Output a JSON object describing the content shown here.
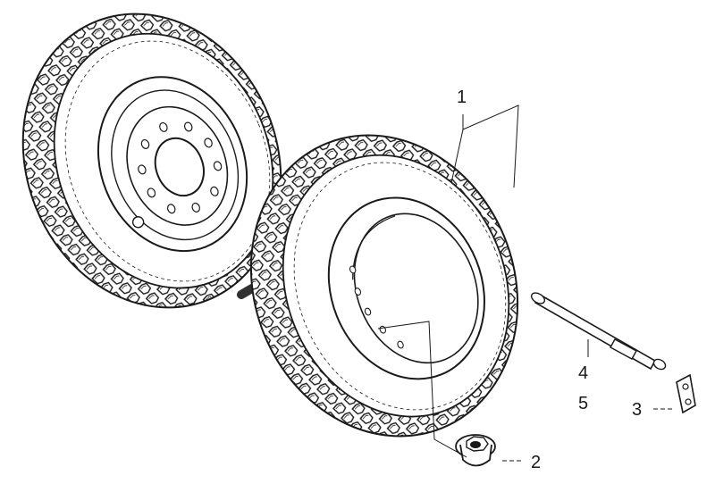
{
  "diagram": {
    "callouts": [
      {
        "id": "1",
        "label": "1"
      },
      {
        "id": "2",
        "label": "2"
      },
      {
        "id": "3",
        "label": "3"
      },
      {
        "id": "4",
        "label": "4"
      },
      {
        "id": "5",
        "label": "5"
      }
    ]
  },
  "colors": {
    "ink": "#1a1a1a",
    "watermark": "#e6e6e6",
    "background": "#ffffff"
  }
}
